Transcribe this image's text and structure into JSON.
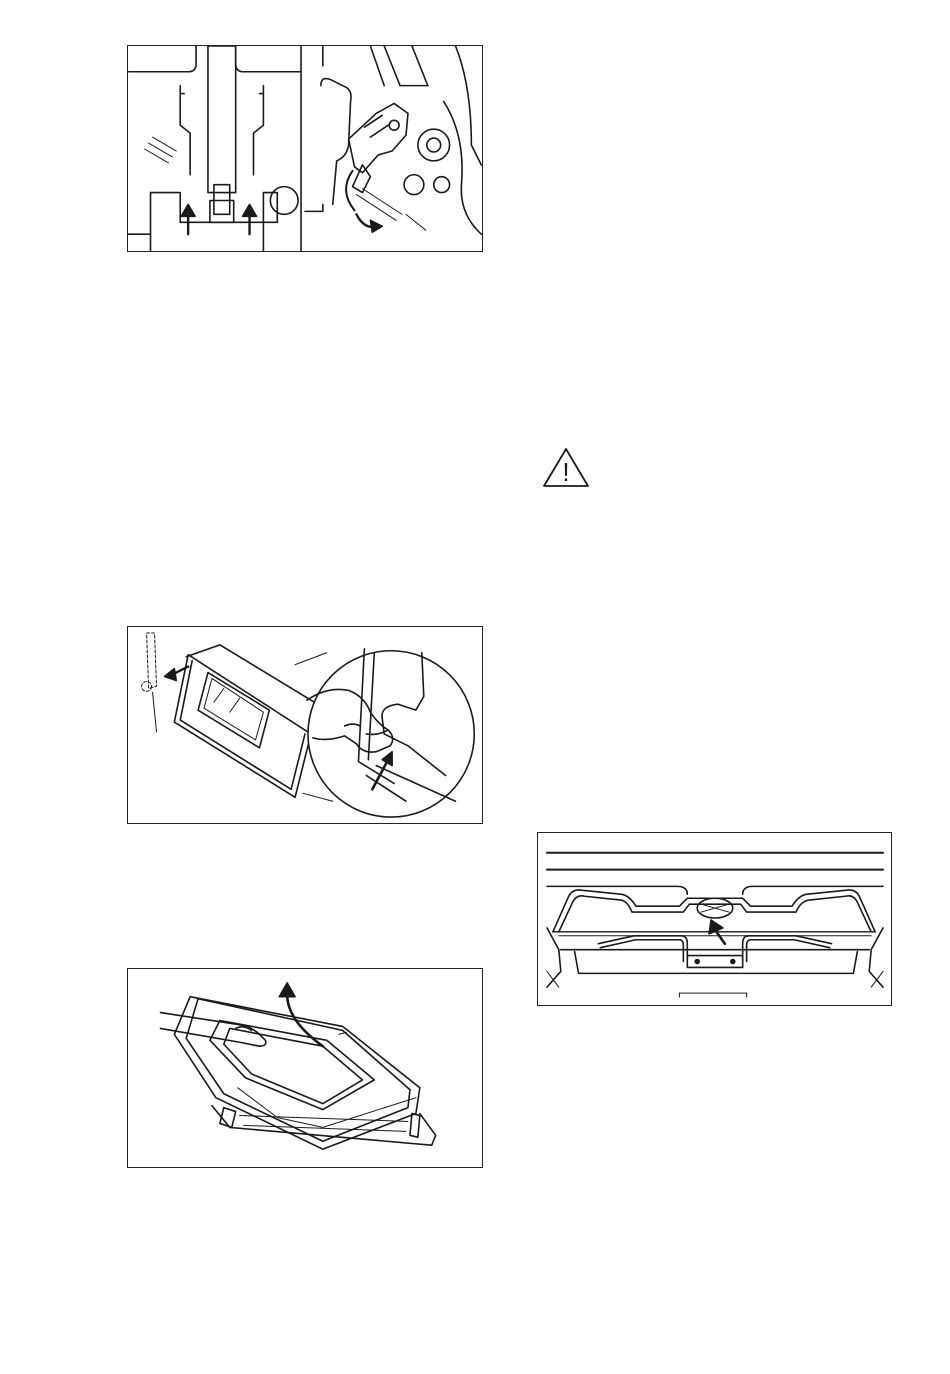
{
  "page": {
    "background": "#ffffff",
    "line_color": "#1a1a1a"
  },
  "figures": [
    {
      "id": "hinges",
      "icon": "hinge-release-illustration"
    },
    {
      "id": "door-lift",
      "icon": "door-removal-illustration"
    },
    {
      "id": "glass-panel",
      "icon": "glass-panel-removal-illustration"
    },
    {
      "id": "lamp",
      "icon": "oven-lamp-illustration"
    }
  ],
  "warning": {
    "icon": "warning-triangle-icon",
    "glyph": "!"
  }
}
